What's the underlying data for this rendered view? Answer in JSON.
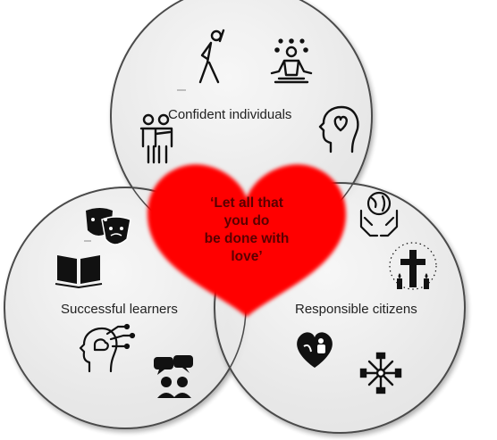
{
  "circles": {
    "top_label": "Confident individuals",
    "left_label": "Successful learners",
    "right_label": "Responsible citizens"
  },
  "motto": {
    "line1": "‘Let all that",
    "line2": "you do",
    "line3": "be done with",
    "line4": "love’"
  },
  "colors": {
    "heart": "#ff0000",
    "circle_fill": "#efefef",
    "circle_stroke": "#4a4a4a",
    "icon": "#111111"
  },
  "icons": {
    "top": [
      "stretching-person-icon",
      "meditation-icon",
      "two-people-embracing-icon",
      "head-with-heart-icon"
    ],
    "left": [
      "theatre-masks-icon",
      "open-book-icon",
      "brain-circuit-head-icon",
      "group-chat-icon"
    ],
    "right": [
      "hands-holding-globe-icon",
      "cross-with-candles-icon",
      "heart-with-hands-icon",
      "tools-icon"
    ]
  }
}
